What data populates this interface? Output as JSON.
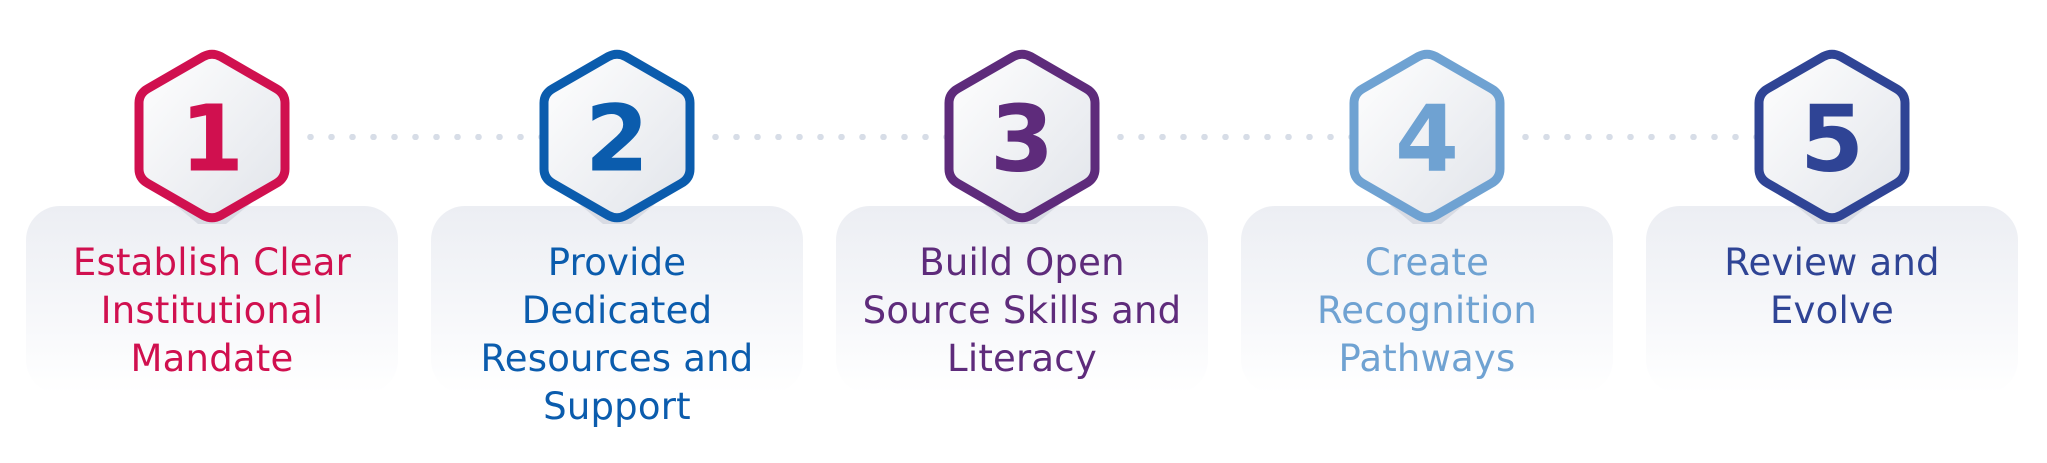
{
  "steps": [
    {
      "number": "1",
      "label": "Establish Clear Institutional Mandate",
      "color": "#d0104f"
    },
    {
      "number": "2",
      "label": "Provide Dedicated Resources and Support",
      "color": "#0b5cad"
    },
    {
      "number": "3",
      "label": "Build Open Source Skills and Literacy",
      "color": "#5e2b7b"
    },
    {
      "number": "4",
      "label": "Create Recognition Pathways",
      "color": "#6fa2d2"
    },
    {
      "number": "5",
      "label": "Review and Evolve",
      "color": "#2f4495"
    }
  ],
  "connector_color": "#d7dde7"
}
